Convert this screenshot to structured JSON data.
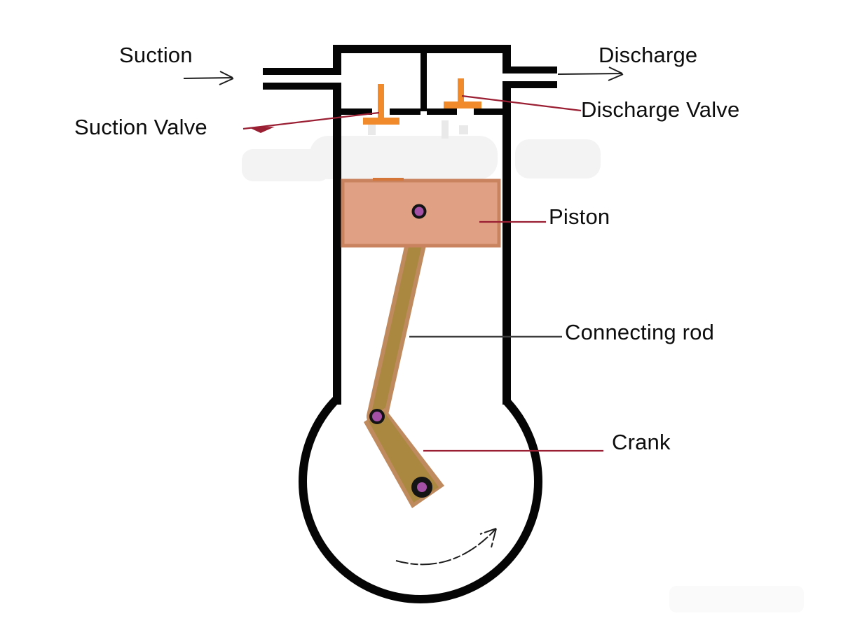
{
  "labels": {
    "suction": "Suction",
    "discharge": "Discharge",
    "suction_valve": "Suction Valve",
    "discharge_valve": "Discharge Valve",
    "piston": "Piston",
    "connecting_rod": "Connecting rod",
    "crank": "Crank"
  },
  "colors": {
    "wall": "#050505",
    "valve": "#f18a2b",
    "piston_fill": "#dfa084",
    "piston_border": "#c9835e",
    "rod_outline": "#c08a5f",
    "rod_core": "#aa8840",
    "pin_fill": "#a451a5",
    "pin_ring": "#141414",
    "leader_red": "#9b1f33",
    "leader_dark": "#3c3c3c",
    "arrow": "#1d1d1d",
    "text": "#0d0d0d",
    "watermark_a": "#f3f3f3",
    "watermark_b": "#fafafa",
    "speck": "#e9e9e9"
  }
}
